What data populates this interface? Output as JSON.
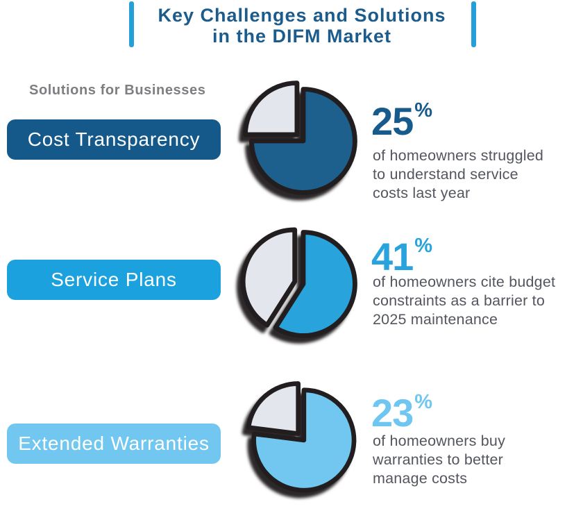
{
  "title": {
    "line1": "Key Challenges and Solutions",
    "line2": "in the DIFM Market"
  },
  "subtitle": "Solutions for Businesses",
  "colors": {
    "title_blue": "#1b5c8c",
    "accent_bar": "#259fd8",
    "label_gray": "#7c7e82",
    "text_gray": "#54565f",
    "outline": "#221e1f",
    "wedge_gray": "#e4e6ee",
    "pill_dark_blue": "#15598b",
    "pill_medium_blue": "#1ba1dd",
    "pill_light_blue": "#72c7f0"
  },
  "rows": [
    {
      "label": "Cost Transparency",
      "button_color": "#15598b",
      "accent": "#175a8c",
      "percent": "25",
      "percent_symbol": "%",
      "description": [
        "of homeowners struggled",
        "to understand service",
        "costs last year"
      ]
    },
    {
      "label": "Service Plans",
      "button_color": "#1ba1dd",
      "accent": "#29a3de",
      "percent": "41",
      "percent_symbol": "%",
      "description": [
        "of homeowners cite budget",
        "constraints as a barrier to",
        "2025 maintenance"
      ]
    },
    {
      "label": "Extended Warranties",
      "button_color": "#72c7f0",
      "accent": "#6fc7f1",
      "percent": "23",
      "percent_symbol": "%",
      "description": [
        "of homeowners buy",
        "warranties to better",
        "manage costs"
      ]
    }
  ],
  "chart_data": [
    {
      "type": "pie",
      "title": "Cost Transparency",
      "highlight_percent": 25,
      "slices": [
        {
          "name": "highlighted share",
          "value": 25,
          "color": "#e4e6ee"
        },
        {
          "name": "remaining share",
          "value": 75,
          "color": "#1d5f8d"
        }
      ],
      "annotation": "25% of homeowners struggled to understand service costs last year",
      "legend": "none",
      "style": "exploded wedge ending at 12 o'clock, dark outline, offset shadow"
    },
    {
      "type": "pie",
      "title": "Service Plans",
      "highlight_percent": 41,
      "slices": [
        {
          "name": "highlighted share",
          "value": 41,
          "color": "#e4e6ee"
        },
        {
          "name": "remaining share",
          "value": 59,
          "color": "#29a3dc"
        }
      ],
      "annotation": "41% of homeowners cite budget constraints as a barrier to 2025 maintenance",
      "legend": "none",
      "style": "exploded wedge ending at 12 o'clock, dark outline, offset shadow"
    },
    {
      "type": "pie",
      "title": "Extended Warranties",
      "highlight_percent": 23,
      "slices": [
        {
          "name": "highlighted share",
          "value": 23,
          "color": "#e4e6ee"
        },
        {
          "name": "remaining share",
          "value": 77,
          "color": "#72c7f0"
        }
      ],
      "annotation": "23% of homeowners buy warranties to better manage costs",
      "legend": "none",
      "style": "exploded wedge ending at 12 o'clock, dark outline, offset shadow"
    }
  ]
}
